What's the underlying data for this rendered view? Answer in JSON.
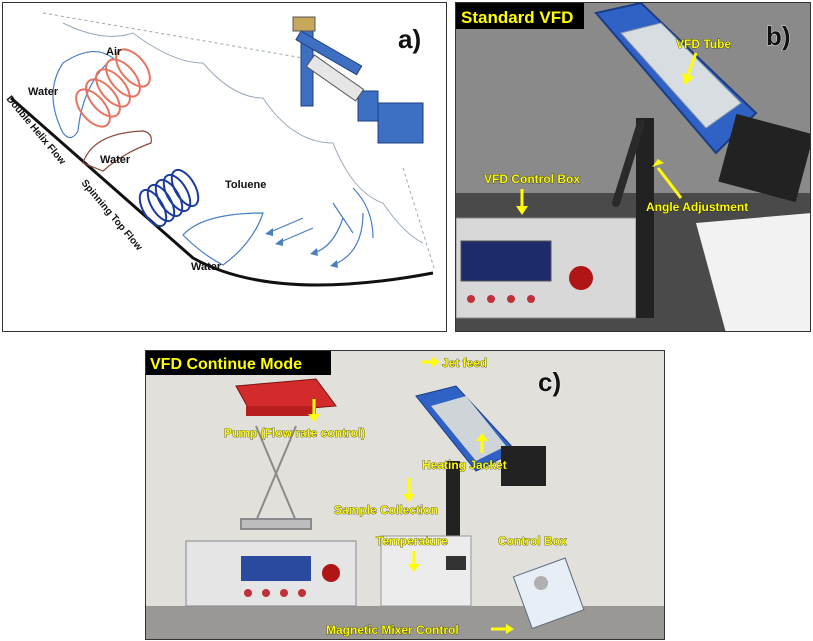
{
  "panel_a": {
    "tag": "a)",
    "labels": {
      "air": "Air",
      "water_top": "Water",
      "water_mid": "Water",
      "toluene": "Toluene",
      "water_bottom": "Water",
      "double_helix": "Double Helix Flow",
      "spinning_top": "Spinning Top Flow"
    }
  },
  "panel_b": {
    "tag": "b)",
    "title": "Standard VFD",
    "labels": {
      "tube": "VFD Tube",
      "control_box": "VFD Control Box",
      "angle": "Angle Adjustment"
    }
  },
  "panel_c": {
    "tag": "c)",
    "title": "VFD Continue Mode",
    "labels": {
      "jet_feed": "Jet feed",
      "pump": "Pump (Flow rate control)",
      "heating": "Heating Jacket",
      "sample": "Sample Collection",
      "temperature": "Temperature",
      "control_box": "Control Box",
      "mixer": "Magnetic Mixer Control"
    }
  },
  "colors": {
    "helix_red": "#e8735f",
    "helix_blue": "#1b3a9e",
    "flow_blue": "#4a7fc0",
    "device_blue": "#3d6fc2",
    "label_yellow": "#ffff00"
  }
}
